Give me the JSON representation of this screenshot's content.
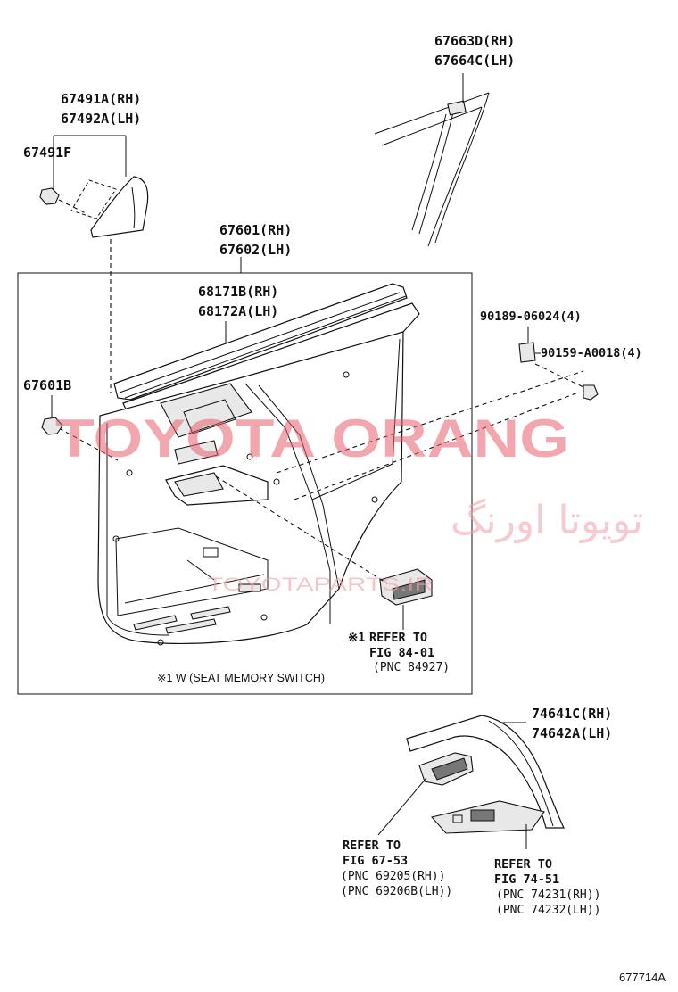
{
  "parts": {
    "p67663d": "67663D(RH)",
    "p67664c": "67664C(LH)",
    "p67491a": "67491A(RH)",
    "p67492a": "67492A(LH)",
    "p67491f": "67491F",
    "p67601": "67601(RH)",
    "p67602": "67602(LH)",
    "p68171b": "68171B(RH)",
    "p68172a": "68172A(LH)",
    "p67601b": "67601B",
    "p90189": "90189-06024(4)",
    "p90159": "90159-A0018(4)",
    "p74641c": "74641C(RH)",
    "p74642a": "74642A(LH)"
  },
  "refs": {
    "r1_mark": "※1",
    "r1_line1": "REFER TO",
    "r1_line2": "FIG 84-01",
    "r1_line3": "(PNC 84927)",
    "r2_line1": "REFER TO",
    "r2_line2": "FIG 67-53",
    "r2_line3": "(PNC 69205(RH))",
    "r2_line4": "(PNC 69206B(LH))",
    "r3_line1": "REFER TO",
    "r3_line2": "FIG 74-51",
    "r3_line3": "(PNC 74231(RH))",
    "r3_line4": "(PNC 74232(LH))"
  },
  "note": "※1 W (SEAT MEMORY SWITCH)",
  "watermark": {
    "latin": "TOYOTA ORANG",
    "persian": "تویوتا اورنگ",
    "site": "TOYOTAPARTS.IR"
  },
  "figure_code": "677714A"
}
